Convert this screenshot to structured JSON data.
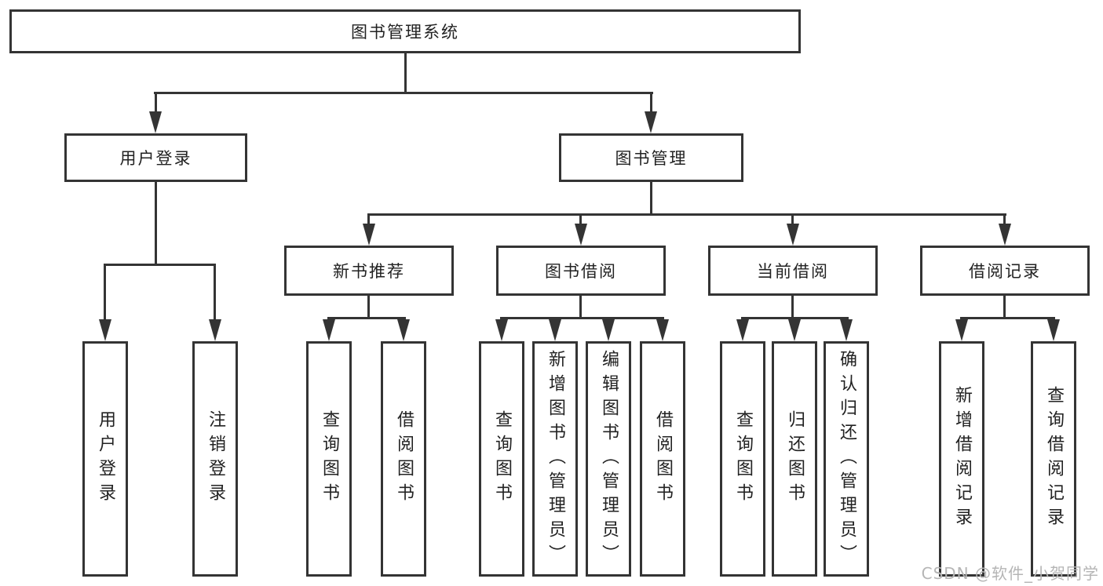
{
  "root": {
    "label": "图书管理系统"
  },
  "branches": [
    {
      "label": "用户登录",
      "children": [
        {
          "label": "用户登录"
        },
        {
          "label": "注销登录"
        }
      ]
    },
    {
      "label": "图书管理",
      "children": [
        {
          "label": "新书推荐",
          "children": [
            {
              "label": "查询图书"
            },
            {
              "label": "借阅图书"
            }
          ]
        },
        {
          "label": "图书借阅",
          "children": [
            {
              "label": "查询图书"
            },
            {
              "label": "新增图书（管理员）"
            },
            {
              "label": "编辑图书（管理员）"
            },
            {
              "label": "借阅图书"
            }
          ]
        },
        {
          "label": "当前借阅",
          "children": [
            {
              "label": "查询图书"
            },
            {
              "label": "归还图书"
            },
            {
              "label": "确认归还（管理员）"
            }
          ]
        },
        {
          "label": "借阅记录",
          "children": [
            {
              "label": "新增借阅记录"
            },
            {
              "label": "查询借阅记录"
            }
          ]
        }
      ]
    }
  ],
  "watermark": "CSDN @软件_小贺同学",
  "colors": {
    "line": "#343434",
    "text": "#222222",
    "watermark": "#b5b5b5",
    "background": "#ffffff"
  }
}
